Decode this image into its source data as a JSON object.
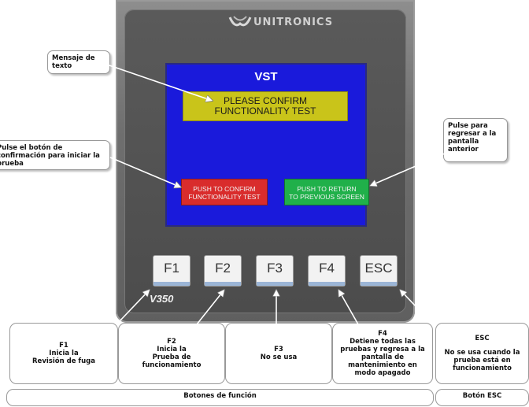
{
  "device": {
    "brand": "UNITRONICS",
    "model": "V350",
    "screen": {
      "title": "VST",
      "message_line1": "PLEASE CONFIRM",
      "message_line2": "FUNCTIONALITY TEST",
      "confirm_line1": "PUSH TO CONFIRM",
      "confirm_line2": "FUNCTIONALITY TEST",
      "return_line1": "PUSH TO RETURN",
      "return_line2": "TO PREVIOUS SCREEN",
      "background": "#1a1adb"
    },
    "keys": [
      "F1",
      "F2",
      "F3",
      "F4",
      "ESC"
    ]
  },
  "annotations": {
    "mensaje_l1": "Mensaje de",
    "mensaje_l2": "texto",
    "confirm_l1": "Pulse el botón de",
    "confirm_l2": "confirmación para iniciar la",
    "confirm_l3": "prueba",
    "return_l1": "Pulse para",
    "return_l2": "regresar a la",
    "return_l3": "pantalla",
    "return_l4": "anterior"
  },
  "key_boxes": {
    "f1_title": "F1",
    "f1_l1": "Inicia la",
    "f1_l2": "Revisión de fuga",
    "f2_title": "F2",
    "f2_l1": "Inicia la",
    "f2_l2": "Prueba de",
    "f2_l3": "funcionamiento",
    "f3_title": "F3",
    "f3_l1": "No se usa",
    "f4_title": "F4",
    "f4_l1": "Detiene todas las",
    "f4_l2": "pruebas y regresa a la",
    "f4_l3": "pantalla de",
    "f4_l4": "mantenimiento en",
    "f4_l5": "modo apagado",
    "esc_title": "ESC",
    "esc_l1": "No se usa cuando la",
    "esc_l2": "prueba está en",
    "esc_l3": "funcionamiento"
  },
  "footer": {
    "function_buttons": "Botones de función",
    "esc_button": "Botón ESC"
  }
}
